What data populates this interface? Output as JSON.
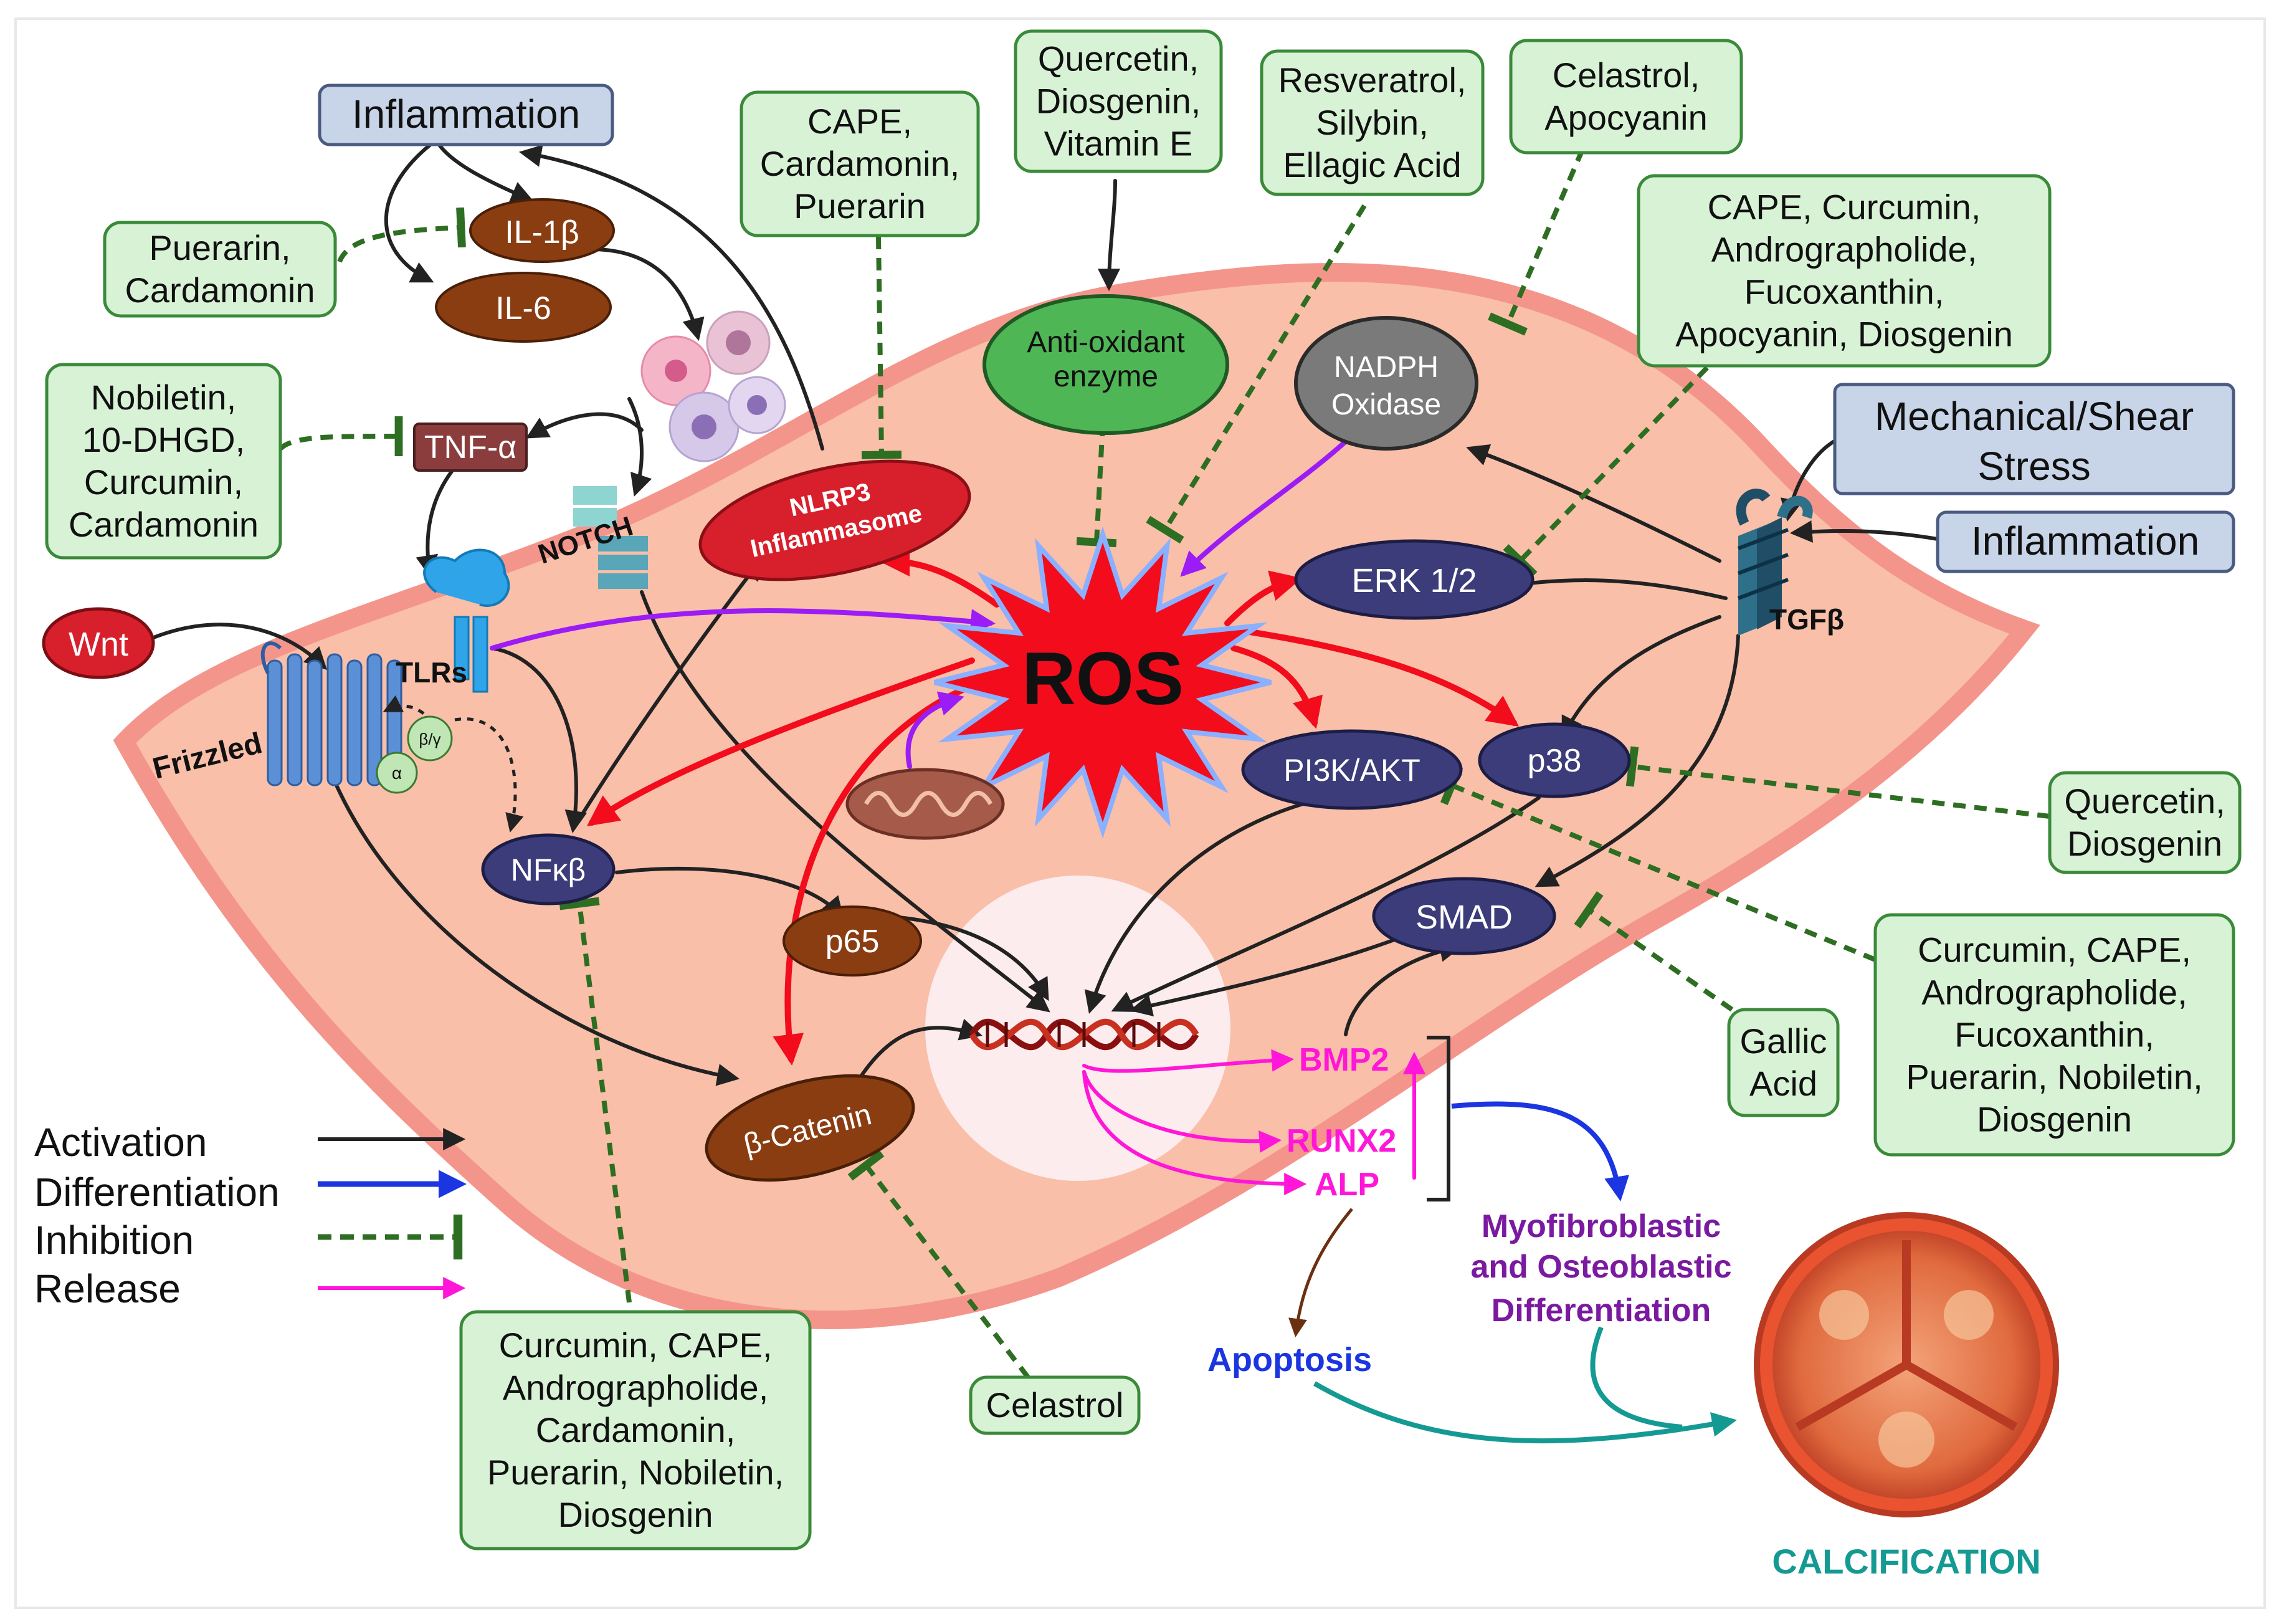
{
  "colors": {
    "cell_fill": "#f9bfa9",
    "cell_border": "#f4958c",
    "box_fill": "#d8f2d6",
    "box_border": "#3a8a3a",
    "blue_box_fill": "#c8d4e8",
    "blue_box_border": "#4a5a80",
    "ros_red": "#f20c1c",
    "activation": "#222222",
    "differentiation": "#1b35e0",
    "inhibition": "#2d6e22",
    "release": "#ff16d8",
    "purple": "#9b1cf5",
    "kinase_fill": "#3c3c7a",
    "cytokine_fill": "#8b3d12"
  },
  "inflammation_top": "Inflammation",
  "inflammation_right": "Inflammation",
  "mechanical_stress": [
    "Mechanical/Shear",
    "Stress"
  ],
  "inhibitor_boxes": {
    "puerarin_cardamonin": [
      "Puerarin,",
      "Cardamonin"
    ],
    "nobiletin_box": [
      "Nobiletin,",
      "10-DHGD,",
      "Curcumin,",
      "Cardamonin"
    ],
    "cape_box": [
      "CAPE,",
      "Cardamonin,",
      "Puerarin"
    ],
    "quercetin_box": [
      "Quercetin,",
      "Diosgenin,",
      "Vitamin E"
    ],
    "resveratrol_box": [
      "Resveratrol,",
      "Silybin,",
      "Ellagic Acid"
    ],
    "celastrol_apocyanin_box": [
      "Celastrol,",
      "Apocyanin"
    ],
    "cape_curcumin_box": [
      "CAPE, Curcumin,",
      "Andrographolide,",
      "Fucoxanthin,",
      "Apocyanin, Diosgenin"
    ],
    "quercetin_diosgenin_box": [
      "Quercetin,",
      "Diosgenin"
    ],
    "curcumin_right_box": [
      "Curcumin, CAPE,",
      "Andrographolide,",
      "Fucoxanthin,",
      "Puerarin, Nobiletin,",
      "Diosgenin"
    ],
    "gallic_box": [
      "Gallic",
      "Acid"
    ],
    "celastrol_bottom": "Celastrol",
    "curcumin_bottom_box": [
      "Curcumin, CAPE,",
      "Andrographolide,",
      "Cardamonin,",
      "Puerarin, Nobiletin,",
      "Diosgenin"
    ]
  },
  "nodes": {
    "il1b": "IL-1β",
    "il6": "IL-6",
    "tnfa": "TNF-α",
    "wnt": "Wnt",
    "tlrs": "TLRs",
    "frizzled": "Frizzled",
    "notch": "NOTCH",
    "nlrp3": [
      "NLRP3",
      "Inflammasome"
    ],
    "antioxidant": [
      "Anti-oxidant",
      "enzyme"
    ],
    "nadph": [
      "NADPH",
      "Oxidase"
    ],
    "ros": "ROS",
    "erk": "ERK 1/2",
    "pi3k": "PI3K/AKT",
    "p38": "p38",
    "tgfb": "TGFβ",
    "smad": "SMAD",
    "nfkb": "NFκβ",
    "p65": "p65",
    "bcatenin": "β-Catenin",
    "g_alpha": "α",
    "g_betagamma": "β/γ",
    "bmp2": "BMP2",
    "runx2": "RUNX2",
    "alp": "ALP"
  },
  "outcomes": {
    "myofibroblastic": [
      "Myofibroblastic",
      "and Osteoblastic",
      "Differentiation"
    ],
    "apoptosis": "Apoptosis",
    "calcification": "CALCIFICATION"
  },
  "legend": {
    "activation": "Activation",
    "differentiation": "Differentiation",
    "inhibition": "Inhibition",
    "release": "Release"
  }
}
